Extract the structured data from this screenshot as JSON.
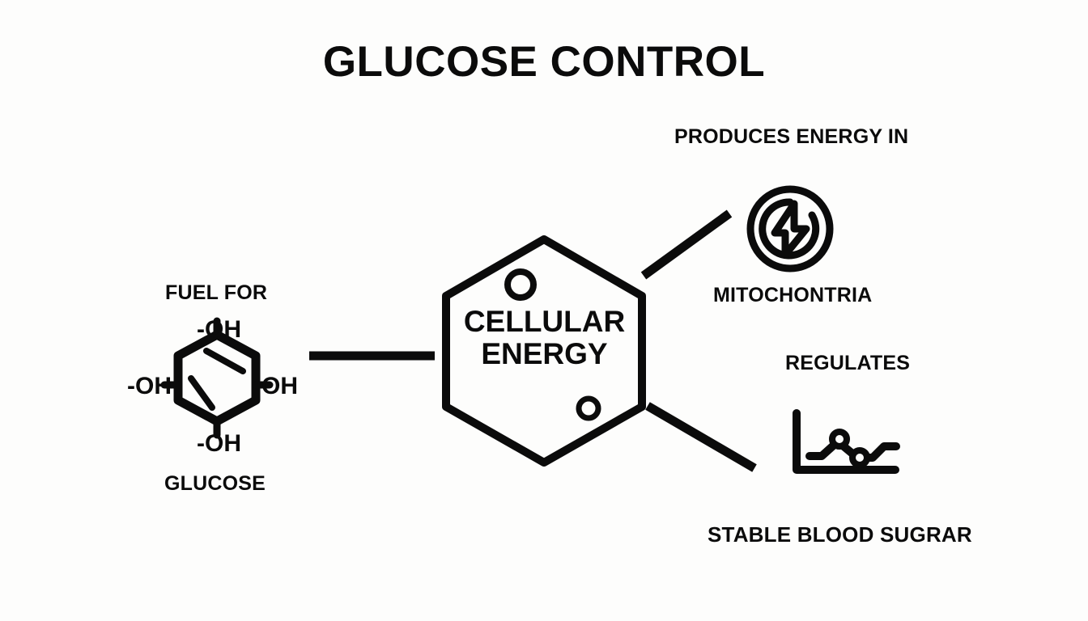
{
  "page": {
    "title": "GLUCOSE CONTROL",
    "background_color": "#fdfdfc",
    "ink_color": "#0b0b0b"
  },
  "diagram": {
    "type": "concept-map",
    "center": {
      "shape": "hexagon",
      "label_line1": "CELLULAR",
      "label_line2": "ENERGY",
      "decor_circles": 2
    },
    "left_branch": {
      "connector_label": "FUEL FOR",
      "icon": "glucose-molecule-icon",
      "caption": "GLUCOSE",
      "molecule": {
        "ring": "octagon",
        "substituents": [
          {
            "position": "top",
            "text": "-OH"
          },
          {
            "position": "left",
            "text": "-OH"
          },
          {
            "position": "right",
            "text": "OH"
          },
          {
            "position": "bottom",
            "text": "-OH"
          }
        ],
        "double_bonds": 2
      }
    },
    "upper_right_branch": {
      "connector_label": "PRODUCES ENERGY IN",
      "icon": "mitochondria-energy-icon",
      "caption": "MITOCHONTRIA"
    },
    "lower_right_branch": {
      "connector_label": "REGULATES",
      "icon": "line-chart-icon",
      "caption": "STABLE BLOOD SUGRAR"
    }
  }
}
